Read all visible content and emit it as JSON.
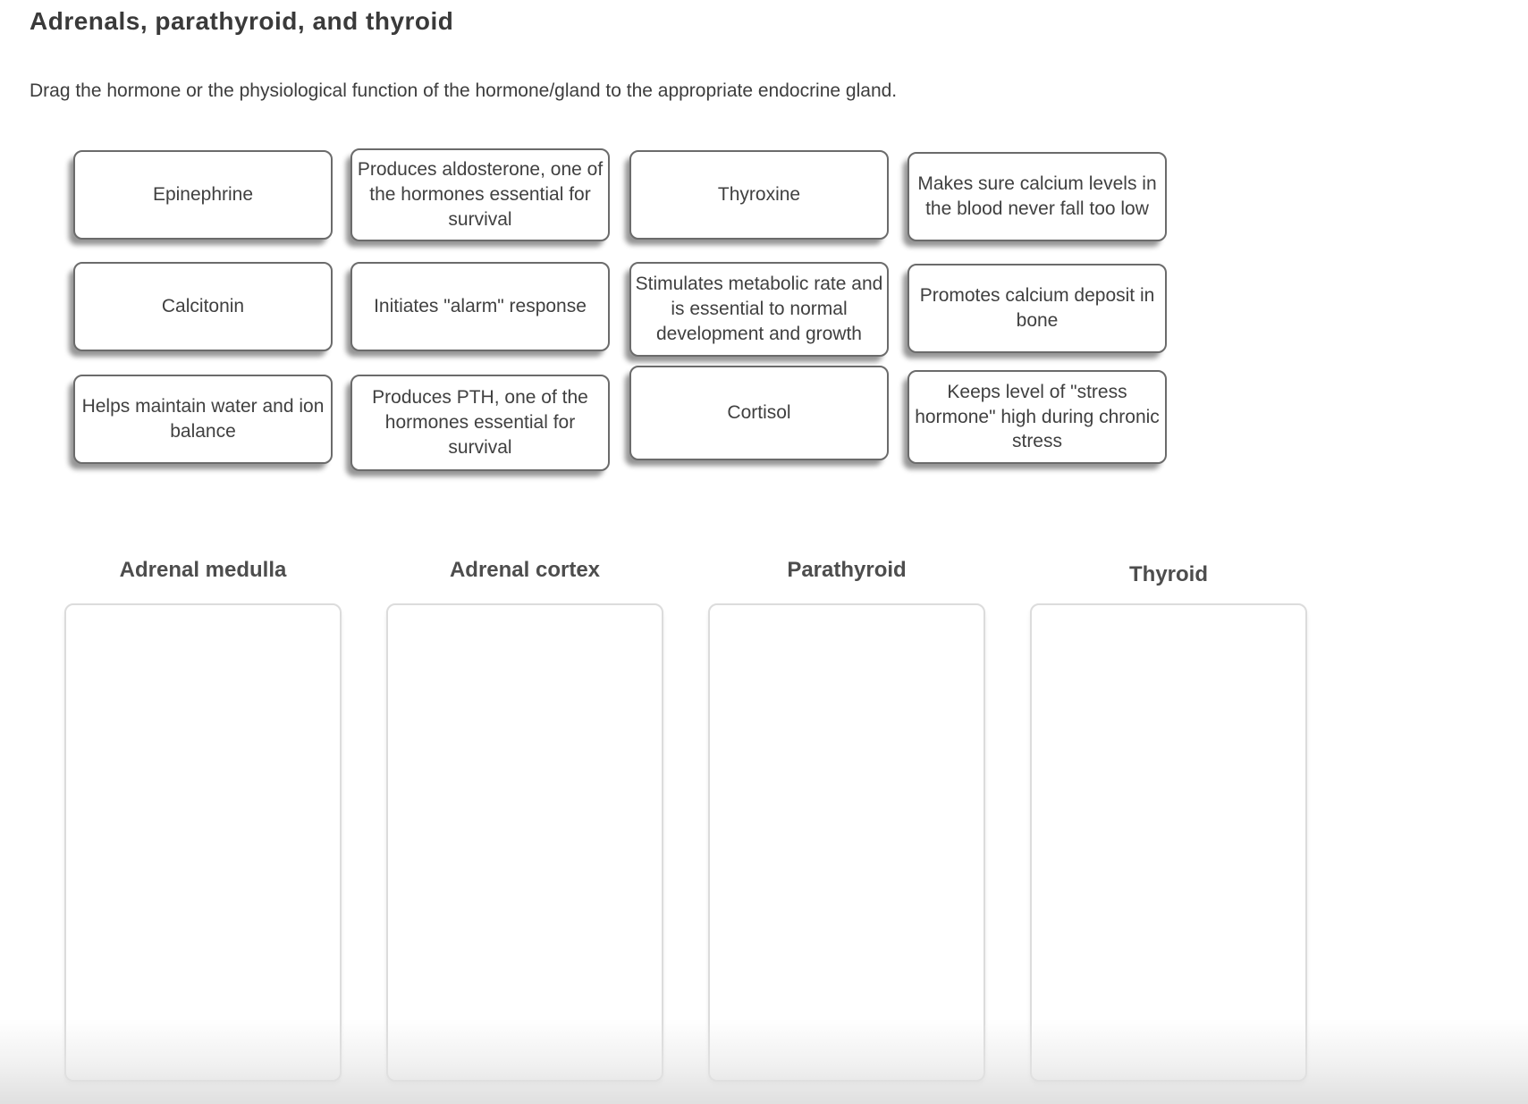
{
  "page": {
    "title": "Adrenals, parathyroid, and thyroid",
    "instructions": "Drag the hormone or the physiological function of the hormone/gland to the appropriate endocrine gland."
  },
  "cards": [
    {
      "label": "Epinephrine"
    },
    {
      "label": "Produces aldosterone, one of the hormones essential for survival"
    },
    {
      "label": "Thyroxine"
    },
    {
      "label": "Makes sure calcium levels in the blood never fall too low"
    },
    {
      "label": "Calcitonin"
    },
    {
      "label": "Initiates \"alarm\" response"
    },
    {
      "label": "Stimulates metabolic rate and is essential to normal development and growth"
    },
    {
      "label": "Promotes calcium deposit in bone"
    },
    {
      "label": "Helps maintain water and ion balance"
    },
    {
      "label": "Produces PTH, one of the hormones essential for survival"
    },
    {
      "label": "Cortisol"
    },
    {
      "label": "Keeps level of \"stress hormone\" high during chronic stress"
    }
  ],
  "drop_zones": [
    {
      "label": "Adrenal medulla"
    },
    {
      "label": "Adrenal cortex"
    },
    {
      "label": "Parathyroid"
    },
    {
      "label": "Thyroid"
    }
  ]
}
